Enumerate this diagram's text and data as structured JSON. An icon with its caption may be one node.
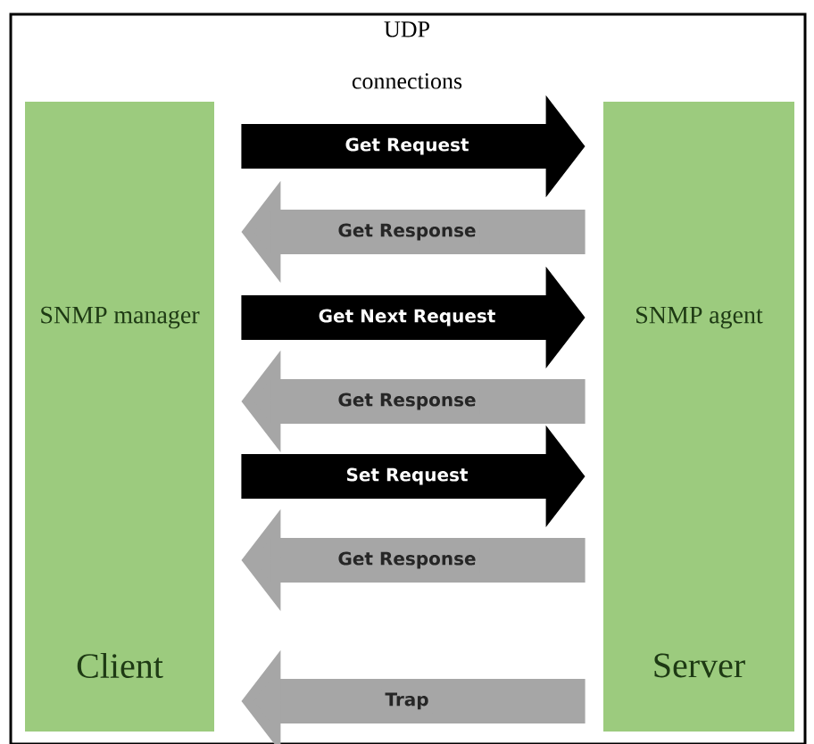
{
  "diagram": {
    "nodes": [
      {
        "text": [
          "SNMP manager",
          "Client"
        ]
      },
      {
        "text": [
          "SNMP agent",
          "Server"
        ]
      }
    ],
    "edges": [
      {
        "from": 0,
        "to": 1,
        "arrow": "to",
        "label": "Get Request",
        "color": "#000000"
      },
      {
        "from": 1,
        "to": 0,
        "arrow": "to",
        "label": "Get Response"
      },
      {
        "from": 0,
        "to": 1,
        "arrow": "to",
        "label": "Get Next Request",
        "color": "#000000"
      },
      {
        "from": 1,
        "to": 0,
        "arrow": "to",
        "label": "Get Response"
      },
      {
        "from": 0,
        "to": 1,
        "arrow": "to",
        "label": "Set Request",
        "color": "#000000"
      },
      {
        "from": 1,
        "to": 0,
        "arrow": "to",
        "label": "Get Response"
      },
      {
        "from": 1,
        "to": 0,
        "arrow": "to",
        "label": "Trap"
      }
    ],
    "labels": [
      "UDP connections"
    ]
  }
}
